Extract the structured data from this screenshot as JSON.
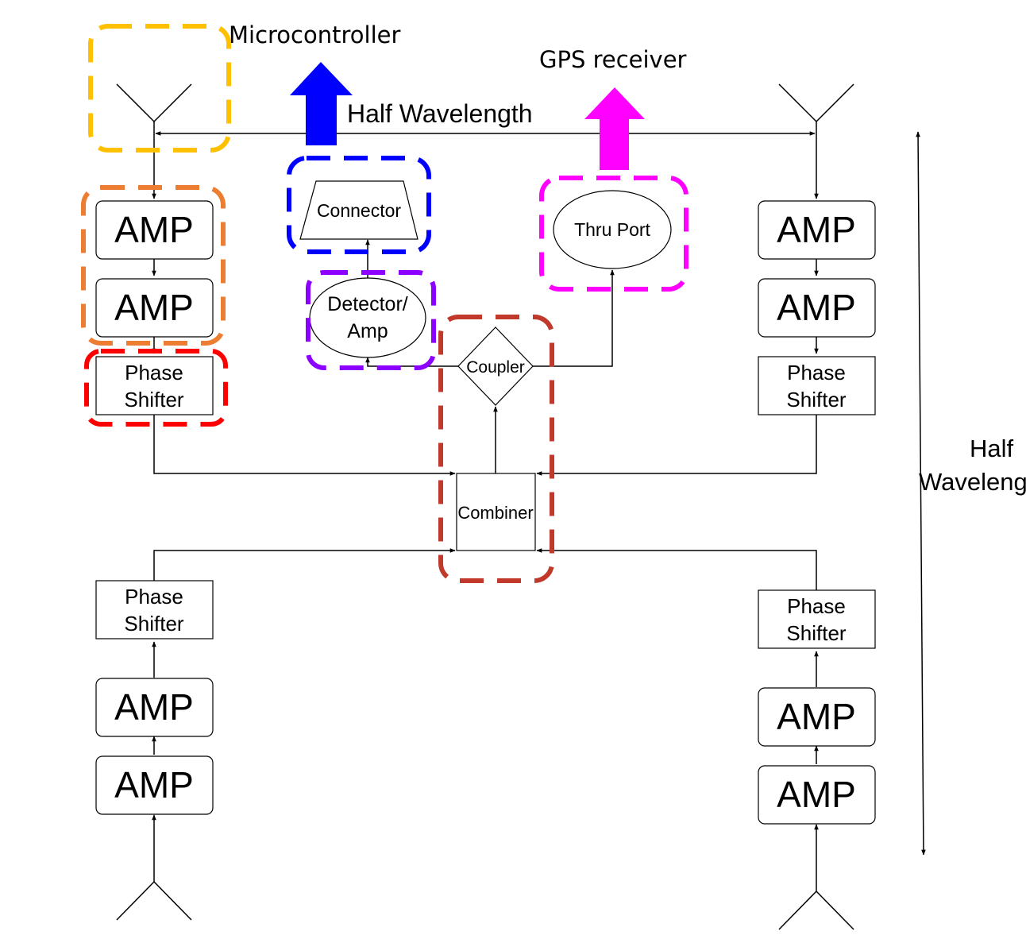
{
  "callouts": {
    "microcontroller": "Microcontroller",
    "gps_receiver": "GPS receiver"
  },
  "dimensions": {
    "horizontal": "Half Wavelength",
    "vertical_line1": "Half",
    "vertical_line2": "Wavelength"
  },
  "blocks": {
    "amp": "AMP",
    "phase_line1": "Phase",
    "phase_line2": "Shifter",
    "connector": "Connector",
    "detector_line1": "Detector/",
    "detector_line2": "Amp",
    "thru_port": "Thru Port",
    "coupler": "Coupler",
    "combiner": "Combiner"
  },
  "colors": {
    "microcontroller_group": "#ffc000",
    "amp_group": "#ed7d31",
    "phase_group": "#ff0000",
    "connector_group": "#0000ff",
    "detector_group": "#8b00ff",
    "gps_group": "#ff00ff",
    "coupler_group": "#c0392b",
    "blue_arrow": "#0000ff",
    "magenta_arrow": "#ff00ff"
  }
}
